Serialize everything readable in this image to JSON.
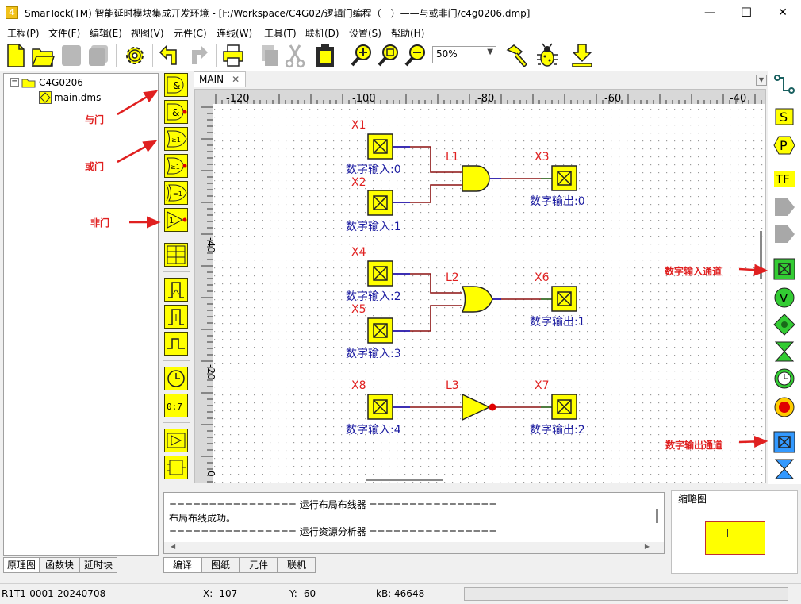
{
  "window": {
    "icon_text": "4",
    "title": "SmarTock(TM) 智能延时模块集成开发环境 - [F:/Workspace/C4G02/逻辑门编程（一）——与或非门/c4g0206.dmp]",
    "minimize": "—",
    "maximize": "☐",
    "close": "✕"
  },
  "menu": [
    {
      "label": "工程(P)"
    },
    {
      "label": "文件(F)"
    },
    {
      "label": "编辑(E)"
    },
    {
      "label": "视图(V)"
    },
    {
      "label": "元件(C)"
    },
    {
      "label": "连线(W)"
    },
    {
      "label": "工具(T)"
    },
    {
      "label": "联机(D)"
    },
    {
      "label": "设置(S)"
    },
    {
      "label": "帮助(H)"
    }
  ],
  "toolbar": {
    "zoom_value": "50%",
    "icons": [
      "new-file",
      "open-folder",
      "save",
      "save-all",
      "settings-gear",
      "undo",
      "redo",
      "print",
      "copy",
      "cut",
      "paste",
      "zoom-in",
      "zoom-fit",
      "zoom-out",
      "build-hammer",
      "debug-bug",
      "download"
    ]
  },
  "tree": {
    "root": "C4G0206",
    "child": "main.dms",
    "expander": "−"
  },
  "left_tabs": [
    {
      "label": "原理图"
    },
    {
      "label": "函数块"
    },
    {
      "label": "延时块"
    }
  ],
  "doc_tab": {
    "label": "MAIN",
    "close": "✕"
  },
  "ruler": {
    "h_ticks": [
      "-120",
      "-100",
      "-80",
      "-60",
      "-40"
    ],
    "v_ticks": [
      "-40",
      "-20",
      "0"
    ]
  },
  "schematic": {
    "inputs": [
      {
        "id": "X1",
        "label": "数字输入:0"
      },
      {
        "id": "X2",
        "label": "数字输入:1"
      },
      {
        "id": "X4",
        "label": "数字输入:2"
      },
      {
        "id": "X5",
        "label": "数字输入:3"
      },
      {
        "id": "X8",
        "label": "数字输入:4"
      }
    ],
    "outputs": [
      {
        "id": "X3",
        "label": "数字输出:0"
      },
      {
        "id": "X6",
        "label": "数字输出:1"
      },
      {
        "id": "X7",
        "label": "数字输出:2"
      }
    ],
    "gates": [
      {
        "id": "L1",
        "type": "AND"
      },
      {
        "id": "L2",
        "type": "OR"
      },
      {
        "id": "L3",
        "type": "NOT"
      }
    ]
  },
  "gate_palette": [
    {
      "name": "and-gate",
      "glyph": "&"
    },
    {
      "name": "and-not-gate",
      "glyph": "&"
    },
    {
      "name": "or-gate",
      "glyph": "≥1"
    },
    {
      "name": "or-not-gate",
      "glyph": "≥1"
    },
    {
      "name": "xor-gate",
      "glyph": "=1"
    },
    {
      "name": "not-gate",
      "glyph": "1"
    }
  ],
  "right_palette": {
    "s": "S",
    "p": "P",
    "tf": "TF",
    "v": "V"
  },
  "annotations": {
    "and": "与门",
    "or": "或门",
    "not": "非门",
    "din": "数字输入通道",
    "dout": "数字输出通道"
  },
  "output_log": [
    "================ 运行布局布线器 ================",
    "布局布线成功。",
    "================ 运行资源分析器 ================"
  ],
  "bottom_tabs": [
    {
      "label": "编译"
    },
    {
      "label": "图纸"
    },
    {
      "label": "元件"
    },
    {
      "label": "联机"
    }
  ],
  "thumbnail": {
    "title": "缩略图"
  },
  "status": {
    "version": "R1T1-0001-20240708",
    "x": "X: -107",
    "y": "Y: -60",
    "kb": "kB: 46648"
  },
  "colors": {
    "component_fill": "#ffff00",
    "label_red": "#e02020",
    "label_blue": "#1a1aa0",
    "wire_red": "#8b1010",
    "wire_blue": "#1010c0",
    "dot_red": "#e00000"
  }
}
